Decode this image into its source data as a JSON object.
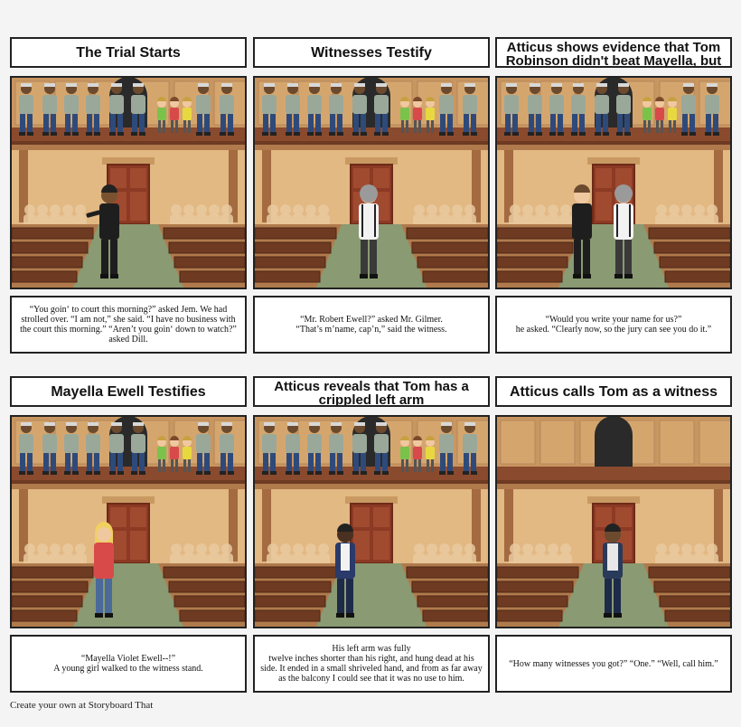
{
  "panels": [
    {
      "title": "The Trial Starts",
      "caption": "“You goin‘ to court this morning?” asked Jem. We had strolled over. “I am not,” she said. “I have no business with the court this morning.” “Aren’t you goin‘ down to watch?” asked Dill."
    },
    {
      "title": "Witnesses Testify",
      "caption": "“Mr. Robert Ewell?” asked Mr. Gilmer.\n“That’s m’name, cap’n,” said the witness."
    },
    {
      "title": "Atticus shows evidence that Tom Robinson didn't beat Mayella, but Bob could have",
      "caption": "“Would you write your name for us?”\nhe asked. “Clearly now, so the jury can see you do it.”"
    },
    {
      "title": "Mayella Ewell Testifies",
      "caption": "“Mayella Violet Ewell--!”\nA young girl walked to the witness stand."
    },
    {
      "title": "Atticus reveals that Tom has a crippled left arm",
      "caption": "His left arm was fully\ntwelve inches shorter than his right, and hung dead at his side. It ended in a small shriveled hand, and from as far away as the balcony I could see that it was no use to him."
    },
    {
      "title": "Atticus calls Tom as a witness",
      "caption": "“How many witnesses you got?” “One.” “Well, call him.”"
    }
  ],
  "footer": "Create your own at Storyboard That"
}
